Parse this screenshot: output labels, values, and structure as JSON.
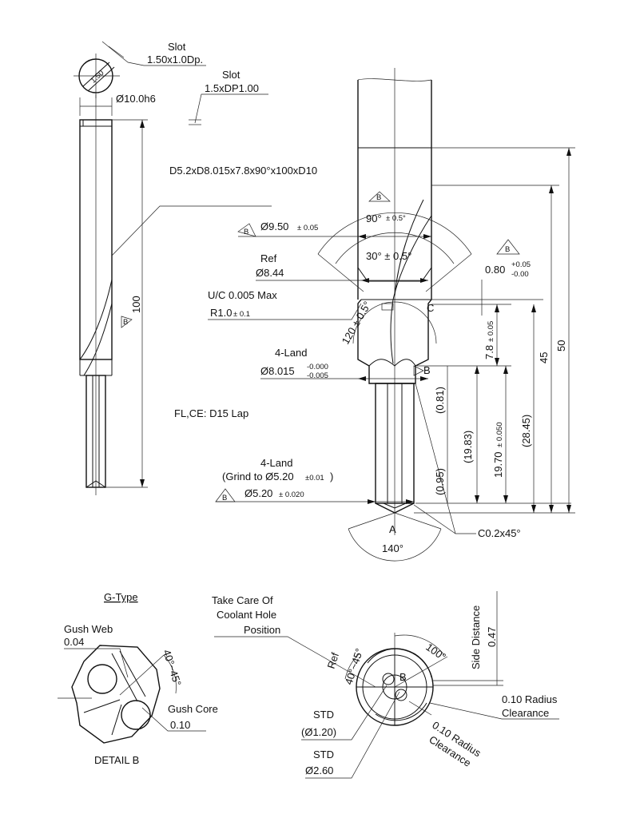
{
  "labels": {
    "slot_top": "Slot",
    "slot_top_dim": "1.50x1.0Dp.",
    "slot_circle_dim": "1.50",
    "slot_second": "Slot",
    "slot_second_dim": "1.5xDP1.00",
    "shank_dia": "Ø10.0h6",
    "spec": "D5.2xD8.015x7.8x90°x100xD10",
    "overall_len": "100",
    "datum_b": "B",
    "dia_950": "Ø9.50",
    "dia_950_tol": "± 0.05",
    "angle_90": "90°",
    "angle_90_tol": "± 0.5°",
    "angle_30": "30° ± 0.5°",
    "ref": "Ref",
    "dia_844": "Ø8.44",
    "uc": "U/C 0.005 Max",
    "r10": "R1.0",
    "r10_tol": "± 0.1",
    "angle_120": "120 ± 0.5°",
    "land4_a": "4-Land",
    "dia_8015": "Ø8.015",
    "dia_8015_tol_up": "-0.000",
    "dia_8015_tol_lo": "-0.005",
    "fl_ce": "FL,CE: D15 Lap",
    "land4_b": "4-Land",
    "grind": "(Grind to Ø5.20",
    "grind_tol": "±0.01",
    "grind_close": ")",
    "dia_520": "Ø5.20",
    "dia_520_tol": "± 0.020",
    "pt_a": "A",
    "pt_c": "C",
    "angle_140": "140°",
    "chamfer": "C0.2x45°",
    "dim_080": "0.80",
    "dim_080_tol_up": "+0.05",
    "dim_080_tol_lo": "-0.00",
    "dim_78": "7.8",
    "dim_78_tol": "± 0.05",
    "dim_081": "(0.81)",
    "dim_1983": "(19.83)",
    "dim_095": "(0.95)",
    "dim_1970": "19.70",
    "dim_1970_tol": "± 0.050",
    "dim_2845": "(28.45)",
    "dim_45": "45",
    "dim_50": "50",
    "gtype": "G-Type",
    "gush_web": "Gush Web",
    "gush_web_val": "0.04",
    "angle_40_45": "40°~45°",
    "gush_core": "Gush Core",
    "gush_core_val": "0.10",
    "detail_b": "DETAIL  B",
    "take_care_1": "Take Care Of",
    "take_care_2": "Coolant Hole",
    "take_care_3": "Position",
    "ref_angle": "Ref",
    "ref_angle_val": "40°~45°",
    "angle_100": "100°",
    "side_distance": "Side Distance",
    "side_distance_val": "0.47",
    "rad_clear_1a": "0.10 Radius",
    "rad_clear_1b": "Clearance",
    "rad_clear_2a": "0.10 Radius",
    "rad_clear_2b": "Clearance",
    "std1": "STD",
    "std1_val": "(Ø1.20)",
    "std2": "STD",
    "std2_val": "Ø2.60"
  }
}
